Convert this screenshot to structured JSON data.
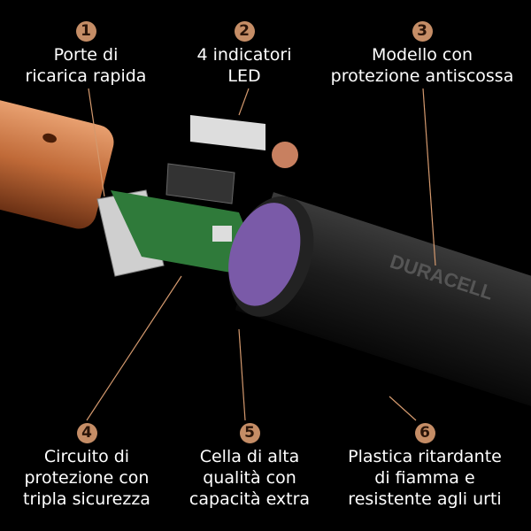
{
  "brand": "DURACELL",
  "accent": "#c58d66",
  "callouts": [
    {
      "number": "1",
      "lines": [
        "Porte di",
        "ricarica rapida"
      ]
    },
    {
      "number": "2",
      "lines": [
        "4 indicatori",
        "LED"
      ]
    },
    {
      "number": "3",
      "lines": [
        "Modello con",
        "protezione antiscossa"
      ]
    },
    {
      "number": "4",
      "lines": [
        "Circuito di",
        "protezione con",
        "tripla sicurezza"
      ]
    },
    {
      "number": "5",
      "lines": [
        "Cella di alta",
        "qualità con",
        "capacità extra"
      ]
    },
    {
      "number": "6",
      "lines": [
        "Plastica ritardante",
        "di fiamma e",
        "resistente agli urti"
      ]
    }
  ]
}
